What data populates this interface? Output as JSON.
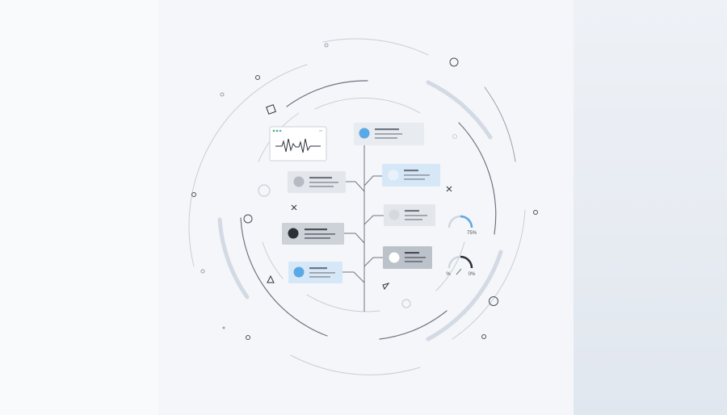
{
  "gauges": [
    {
      "label": "75%",
      "fraction": 0.5,
      "accent": "#5aa9e6",
      "track": "#cfd6df"
    },
    {
      "left_label": "%",
      "right_label": "0%",
      "fraction": 0.5,
      "accent": "#2b3038",
      "track": "#cfd6df"
    }
  ],
  "colors": {
    "accent_blue": "#5aa9e6",
    "dark": "#2b3038",
    "card_light": "#e8ebef",
    "card_blue": "#d6e8f8",
    "card_gray": "#cdd2d8",
    "line": "#9aa1aa"
  },
  "icons": [
    "heartbeat-icon",
    "close-x-icon",
    "triangle-icon",
    "square-icon",
    "circle-icon"
  ]
}
